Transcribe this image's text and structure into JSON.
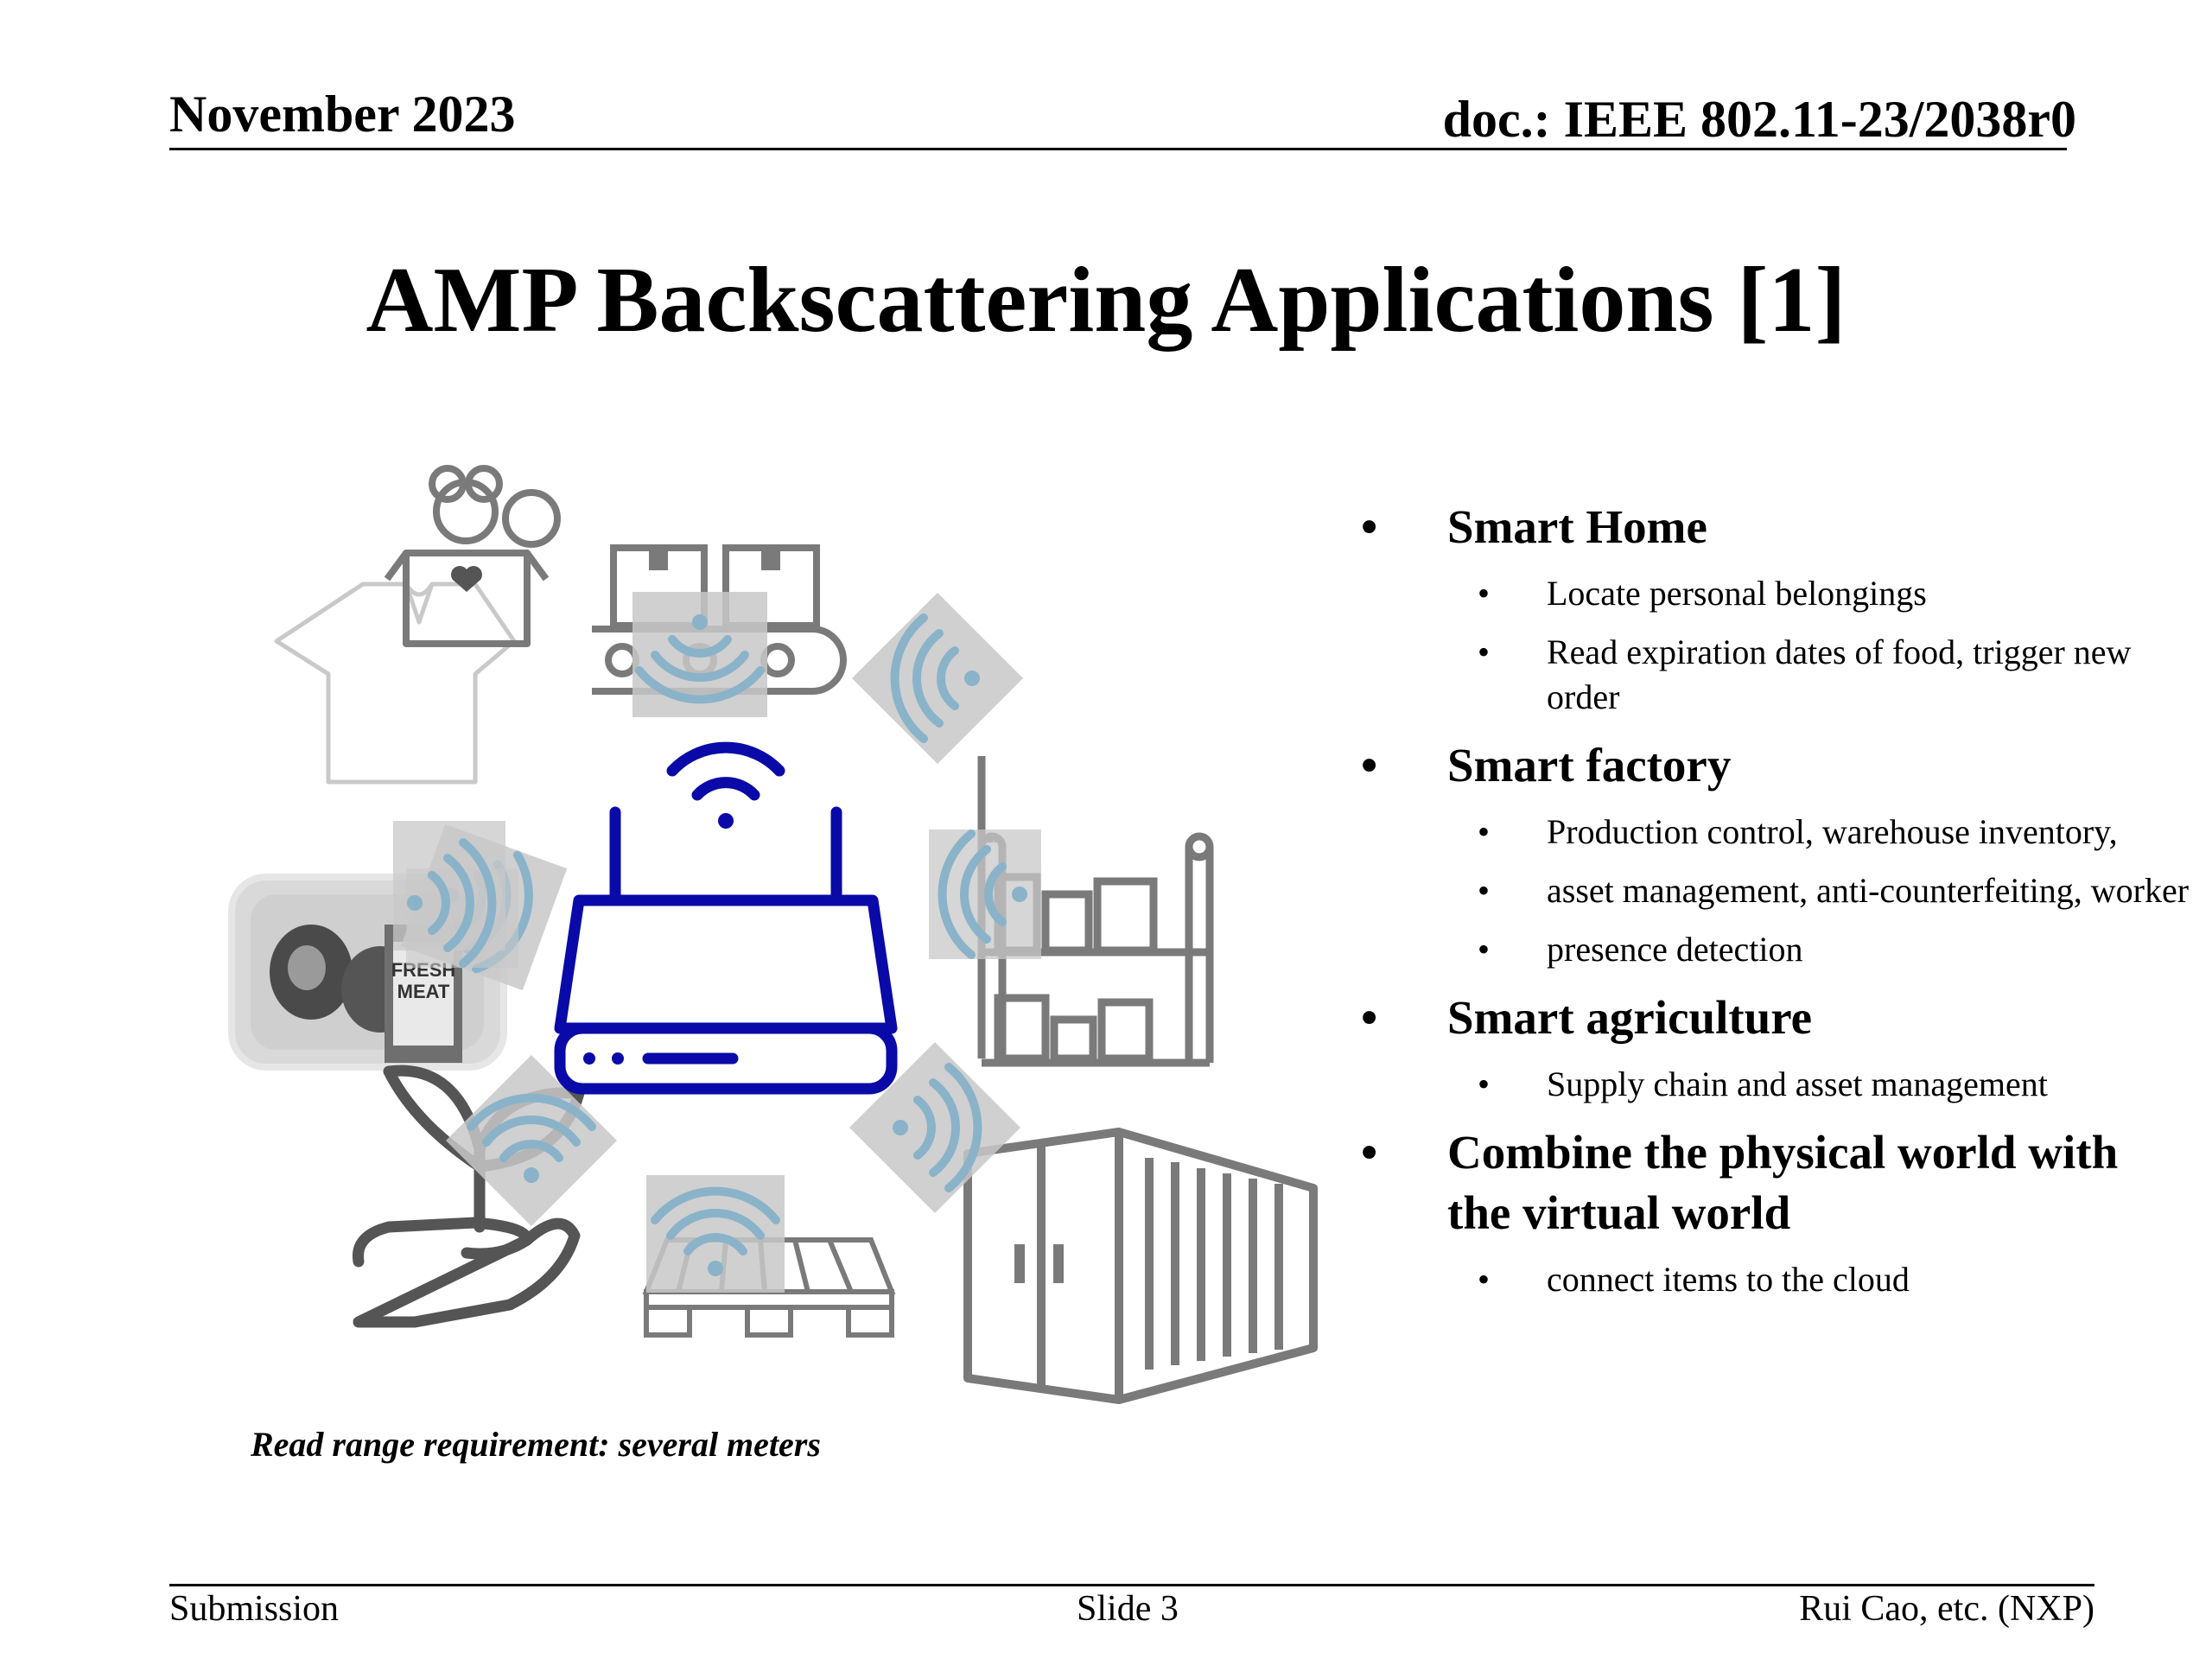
{
  "header": {
    "date": "November 2023",
    "doc_id": "doc.: IEEE 802.11-23/2038r0"
  },
  "title": "AMP Backscattering Applications [1]",
  "illustration": {
    "meat_label_line1": "FRESH",
    "meat_label_line2": "MEAT",
    "caption": "Read range requirement: several meters",
    "icons": [
      "router-icon",
      "wifi-icon",
      "tshirt-icon",
      "toy-box-icon",
      "conveyor-icon",
      "shelf-icon",
      "meat-package-icon",
      "plant-hand-icon",
      "pallet-icon",
      "container-icon",
      "tag-icon"
    ],
    "colors": {
      "router": "#0a0aa8",
      "icon_gray": "#7a7a7a",
      "tag": "#c8c8c8",
      "tag_wave": "#8ab3c9"
    }
  },
  "bullets": [
    {
      "heading": "Smart Home",
      "items": [
        "Locate personal belongings",
        "Read expiration dates of food, trigger new order"
      ]
    },
    {
      "heading": "Smart factory",
      "items": [
        "Production control, warehouse inventory,",
        "asset management, anti-counterfeiting, worker",
        "presence detection"
      ]
    },
    {
      "heading": "Smart agriculture",
      "items": [
        "Supply chain and asset management"
      ]
    },
    {
      "heading": "Combine the physical world with the virtual world",
      "items": [
        "connect items to the cloud"
      ]
    }
  ],
  "bullet_glyph": "•",
  "footer": {
    "left": "Submission",
    "center": "Slide 3",
    "right": "Rui Cao, etc. (NXP)"
  }
}
